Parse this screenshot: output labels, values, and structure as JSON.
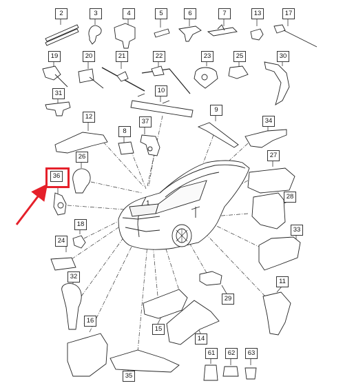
{
  "diagram": {
    "highlight_color": "#e5202a",
    "line_color": "#333333",
    "selected_part": "36",
    "center_label": "1",
    "parts": [
      "2",
      "3",
      "4",
      "5",
      "6",
      "7",
      "13",
      "17",
      "19",
      "20",
      "21",
      "22",
      "23",
      "25",
      "30",
      "31",
      "10",
      "12",
      "9",
      "8",
      "37",
      "34",
      "26",
      "27",
      "36",
      "28",
      "18",
      "33",
      "24",
      "32",
      "29",
      "11",
      "16",
      "15",
      "14",
      "35",
      "61",
      "62",
      "63"
    ]
  }
}
